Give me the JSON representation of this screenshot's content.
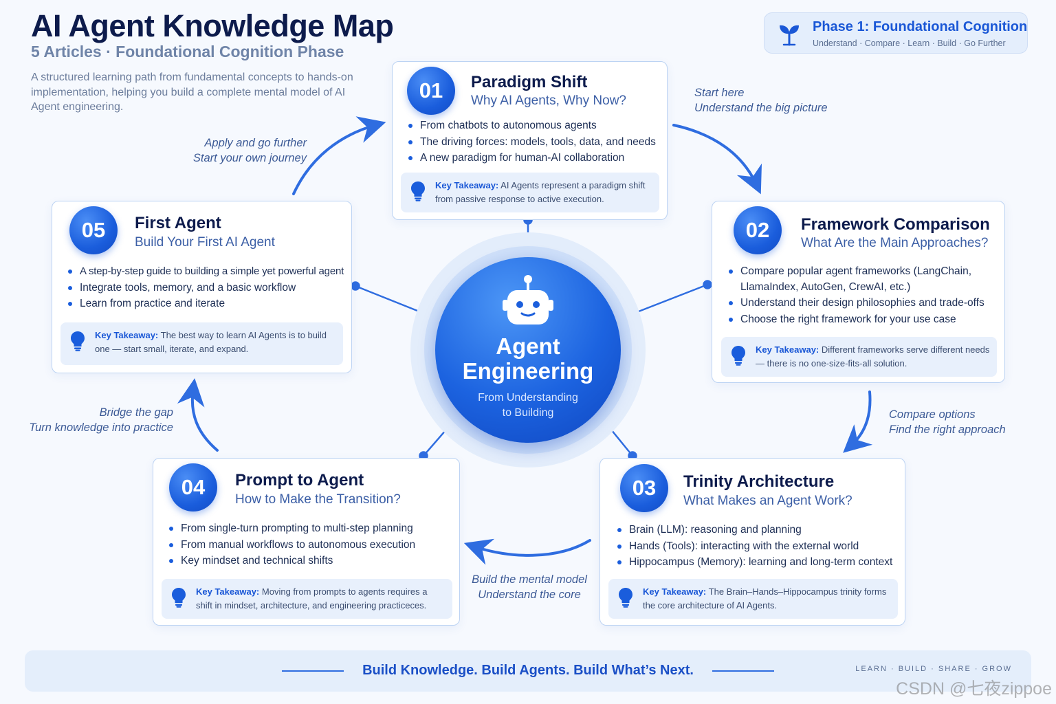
{
  "header": {
    "title": "AI Agent Knowledge Map",
    "subtitle": "5 Articles · Foundational Cognition Phase",
    "intro": "A structured learning path from fundamental concepts to hands-on implementation, helping you build a complete mental model of AI Agent engineering."
  },
  "phase": {
    "icon": "sprout-icon",
    "title": "Phase 1: Foundational Cognition",
    "steps": "Understand · Compare · Learn · Build · Go Further"
  },
  "hub": {
    "icon": "robot-icon",
    "title_line1": "Agent",
    "title_line2": "Engineering",
    "sub_line1": "From Understanding",
    "sub_line2": "to Building"
  },
  "takeaway_label": "Key Takeaway:",
  "cards": {
    "c1": {
      "num": "01",
      "title": "Paradigm Shift",
      "subtitle": "Why AI Agents, Why Now?",
      "bullets": [
        "From chatbots to autonomous agents",
        "The driving forces: models, tools, data, and needs",
        "A new paradigm for human-AI collaboration"
      ],
      "takeaway": "AI Agents represent a paradigm shift from passive response to active execution."
    },
    "c2": {
      "num": "02",
      "title": "Framework Comparison",
      "subtitle": "What Are the Main Approaches?",
      "bullets": [
        "Compare popular agent frameworks (LangChain,",
        "LlamaIndex, AutoGen, CrewAI, etc.)",
        "Understand their design philosophies and trade-offs",
        "Choose the right framework for your use case"
      ],
      "takeaway": "Different frameworks serve different needs — there is no one-size-fits-all solution."
    },
    "c3": {
      "num": "03",
      "title": "Trinity Architecture",
      "subtitle": "What Makes an Agent Work?",
      "bullets": [
        "Brain (LLM): reasoning and planning",
        "Hands (Tools): interacting with the external world",
        "Hippocampus (Memory): learning and long-term context"
      ],
      "takeaway": "The Brain–Hands–Hippocampus trinity forms the core architecture of AI Agents."
    },
    "c4": {
      "num": "04",
      "title": "Prompt to Agent",
      "subtitle": "How to Make the Transition?",
      "bullets": [
        "From single-turn prompting to multi-step planning",
        "From manual workflows to autonomous execution",
        "Key mindset and technical shifts"
      ],
      "takeaway": "Moving from prompts to agents requires a shift in mindset, architecture, and engineering practiceces."
    },
    "c5": {
      "num": "05",
      "title": "First Agent",
      "subtitle": "Build Your First AI Agent",
      "bullets": [
        "A step-by-step guide to building a simple yet powerful agent",
        "Integrate tools, memory, and a basic workflow",
        "Learn from practice and iterate"
      ],
      "takeaway": "The best way to learn AI Agents is to build one — start small, iterate, and expand."
    }
  },
  "flows": {
    "f1": [
      "Start here",
      "Understand the big picture"
    ],
    "f2": [
      "Compare options",
      "Find the right approach"
    ],
    "f3": [
      "Build the mental model",
      "Understand the core"
    ],
    "f4": [
      "Bridge the gap",
      "Turn knowledge into practice"
    ],
    "f5": [
      "Apply and go further",
      "Start your own journey"
    ]
  },
  "footer": {
    "tagline": "Build Knowledge. Build Agents. Build What’s Next.",
    "tags": "LEARN · BUILD · SHARE · GROW"
  },
  "watermark": "CSDN @七夜zippoe",
  "colors": {
    "accent": "#1a5ddc",
    "title": "#0d1b4c",
    "background": "#f6f9fe",
    "card_border": "#bcd3f3"
  }
}
